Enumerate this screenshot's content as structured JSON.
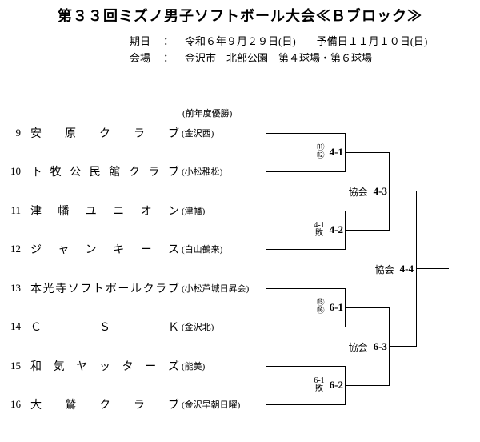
{
  "page": {
    "title": "第３３回ミズノ男子ソフトボール大会≪Ｂブロック≫"
  },
  "info": {
    "rows": [
      {
        "label": "期日",
        "colon": "：",
        "value": "令和６年９月２９日(日)",
        "extra": "予備日１１月１０日(日)"
      },
      {
        "label": "会場",
        "colon": "：",
        "value": "金沢市　北部公園　第４球場・第６球場",
        "extra": ""
      }
    ]
  },
  "bracket": {
    "champion_note": "(前年度優勝)",
    "teams": [
      {
        "seed": "9",
        "name": "安原クラブ",
        "origin": "(金沢西)"
      },
      {
        "seed": "10",
        "name": "下牧公民館クラブ",
        "origin": "(小松稚松)"
      },
      {
        "seed": "11",
        "name": "津幡ユニオン",
        "origin": "(津幡)"
      },
      {
        "seed": "12",
        "name": "ジャンキース",
        "origin": "(白山鶴来)"
      },
      {
        "seed": "13",
        "name": "本光寺ソフトボールクラブ",
        "origin": "(小松芦城日昇会)"
      },
      {
        "seed": "14",
        "name": "ＣＳＫ",
        "origin": "(金沢北)"
      },
      {
        "seed": "15",
        "name": "和気ヤッターズ",
        "origin": "(能美)"
      },
      {
        "seed": "16",
        "name": "大鷲クラブ",
        "origin": "(金沢早朝日曜)"
      }
    ],
    "round1": [
      {
        "mark_top": "⑪",
        "mark_bottom": "⑫",
        "game": "4-1"
      },
      {
        "mark_top": "4-1",
        "mark_bottom": "敗",
        "game": "4-2"
      },
      {
        "mark_top": "⑮",
        "mark_bottom": "⑯",
        "game": "6-1"
      },
      {
        "mark_top": "6-1",
        "mark_bottom": "敗",
        "game": "6-2"
      }
    ],
    "semifinals": [
      {
        "umpire": "協会",
        "game": "4-3"
      },
      {
        "umpire": "協会",
        "game": "6-3"
      }
    ],
    "final": {
      "umpire": "協会",
      "game": "4-4"
    }
  }
}
